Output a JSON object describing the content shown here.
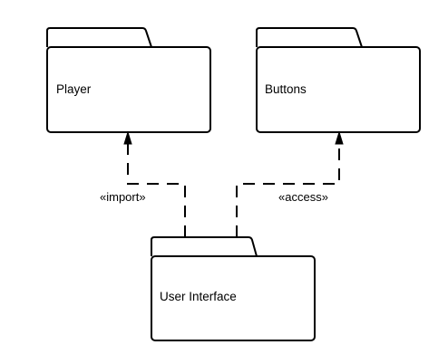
{
  "packages": {
    "player": {
      "label": "Player"
    },
    "buttons": {
      "label": "Buttons"
    },
    "user_interface": {
      "label": "User Interface"
    }
  },
  "dependencies": {
    "import": {
      "stereotype": "«import»",
      "from": "User Interface",
      "to": "Player"
    },
    "access": {
      "stereotype": "«access»",
      "from": "User Interface",
      "to": "Buttons"
    }
  },
  "colors": {
    "stroke": "#000000",
    "fill": "#ffffff"
  }
}
